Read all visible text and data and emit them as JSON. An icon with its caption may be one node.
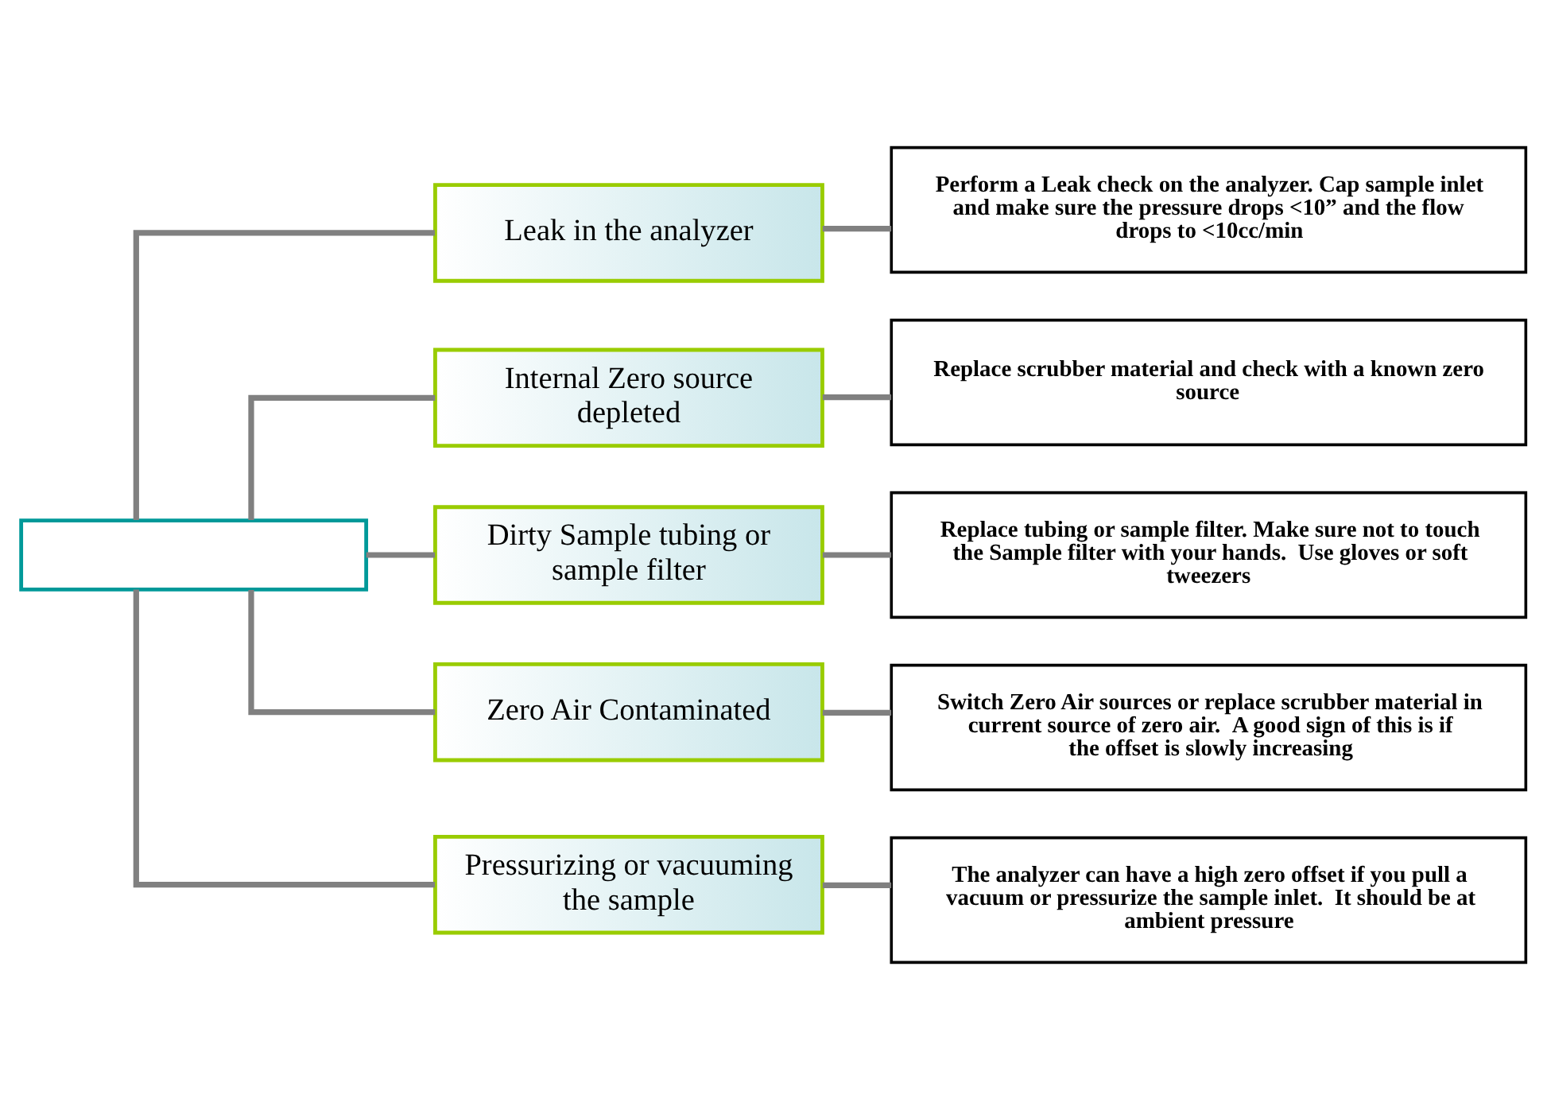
{
  "diagram": {
    "nodes": [
      {
        "text": [],
        "shape": "box"
      },
      {
        "text": [
          "Leak in the analyzer"
        ]
      },
      {
        "text": [
          "Perform a Leak check on the analyzer. Cap sample inlet and make sure the pressure drops <10” and the flow drops to <10cc/min"
        ]
      },
      {
        "text": [
          "Internal Zero source depleted"
        ]
      },
      {
        "text": [
          "Replace scrubber material and check with a known zero source"
        ]
      },
      {
        "text": [
          "Dirty Sample tubing or sample filter"
        ]
      },
      {
        "text": [
          "Replace tubing or sample filter. Make sure not to touch the Sample filter with your hands.  Use gloves or soft tweezers"
        ]
      },
      {
        "text": [
          "Zero Air Contaminated"
        ]
      },
      {
        "text": [
          "Switch Zero Air sources or replace scrubber material in current source of zero air.  A good sign of this is if the offset is slowly increasing"
        ]
      },
      {
        "text": [
          "Pressurizing or vacuuming the sample"
        ]
      },
      {
        "text": [
          "The analyzer can have a high zero offset if you pull a vacuum or pressurize the sample inlet.  It should be at ambient pressure"
        ]
      }
    ],
    "edges": [
      {
        "from": 0,
        "to": 1,
        "arrow": "none"
      },
      {
        "from": 0,
        "to": 3,
        "arrow": "none"
      },
      {
        "from": 0,
        "to": 5,
        "arrow": "none"
      },
      {
        "from": 0,
        "to": 7,
        "arrow": "none"
      },
      {
        "from": 0,
        "to": 9,
        "arrow": "none"
      },
      {
        "from": 1,
        "to": 2,
        "arrow": "none"
      },
      {
        "from": 3,
        "to": 4,
        "arrow": "none"
      },
      {
        "from": 5,
        "to": 6,
        "arrow": "none"
      },
      {
        "from": 7,
        "to": 8,
        "arrow": "none"
      },
      {
        "from": 9,
        "to": 10,
        "arrow": "none"
      }
    ]
  }
}
